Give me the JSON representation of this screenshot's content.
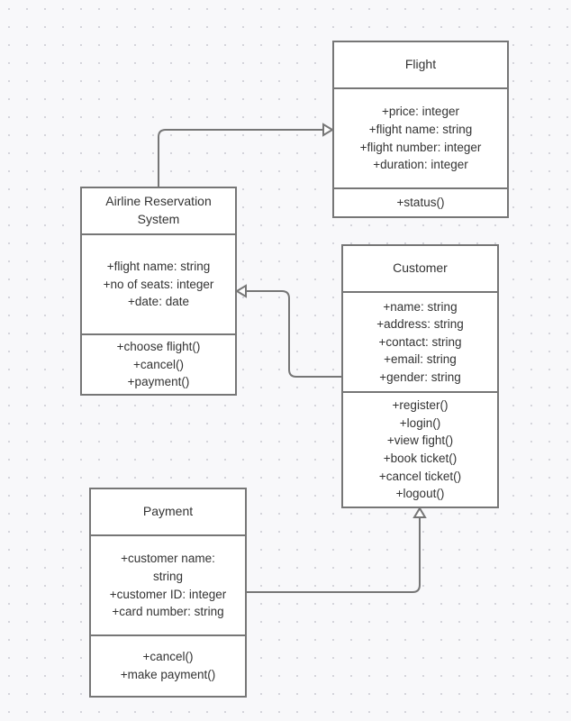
{
  "diagram": {
    "classes": {
      "flight": {
        "name": "Flight",
        "attributes": [
          "+price: integer",
          "+flight name: string",
          "+flight number: integer",
          "+duration: integer"
        ],
        "operations": [
          "+status()"
        ]
      },
      "ars": {
        "name_line1": "Airline Reservation",
        "name_line2": "System",
        "attributes": [
          "+flight name: string",
          "+no of seats: integer",
          "+date: date"
        ],
        "operations": [
          "+choose flight()",
          "+cancel()",
          "+payment()"
        ]
      },
      "customer": {
        "name": "Customer",
        "attributes": [
          "+name: string",
          "+address: string",
          "+contact: string",
          "+email: string",
          "+gender: string"
        ],
        "operations": [
          "+register()",
          "+login()",
          "+view fight()",
          "+book ticket()",
          "+cancel ticket()",
          "+logout()"
        ]
      },
      "payment": {
        "name": "Payment",
        "attributes_line1": "+customer name:",
        "attributes_line2": "string",
        "attributes": [
          "+customer ID: integer",
          "+card number: string"
        ],
        "operations": [
          "+cancel()",
          "+make payment()"
        ]
      }
    },
    "relationships": [
      {
        "type": "generalization",
        "from": "Airline Reservation System",
        "to": "Flight"
      },
      {
        "type": "generalization",
        "from": "Customer",
        "to": "Airline Reservation System"
      },
      {
        "type": "generalization",
        "from": "Payment",
        "to": "Customer"
      }
    ],
    "colors": {
      "canvas_background": "#f8f8fa",
      "grid_dot": "#cfcfd6",
      "box_border": "#767676",
      "box_fill": "#ffffff",
      "connector": "#767676",
      "text": "#333333"
    }
  }
}
